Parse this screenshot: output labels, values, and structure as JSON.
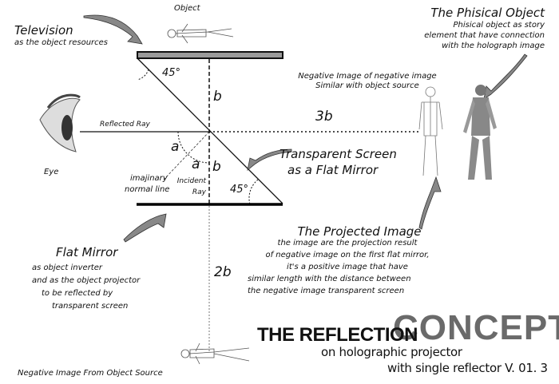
{
  "labels": {
    "object": "Object",
    "television_title": "Television",
    "television_desc": "as the object resources",
    "physical_title": "The Phisical Object",
    "physical_desc": [
      "Phisical object as story",
      "element that have connection",
      "with the holograph image"
    ],
    "negative_image_desc": [
      "Negative Image of negative image",
      "Similar with object source"
    ],
    "reflected_ray": "Reflected Ray",
    "eye": "Eye",
    "angle_top": "45°",
    "angle_bottom": "45°",
    "b_upper": "b",
    "b_lower": "b",
    "three_b": "3b",
    "two_b": "2b",
    "a_left": "a",
    "a_right": "a",
    "normal_line": [
      "imajinary",
      "normal line"
    ],
    "incident_ray": [
      "Incident",
      "Ray"
    ],
    "screen_title": "Transparent Screen",
    "screen_desc": "as a Flat Mirror",
    "mirror_title": "Flat Mirror",
    "mirror_desc": [
      "as object inverter",
      "and as the object projector",
      "to be reflected by",
      "transparent screen"
    ],
    "projected_title": "The Projected Image",
    "projected_desc": [
      "the image are the projection result",
      "of negative image on the first flat mirror,",
      "it's a positive image that have",
      "similar length with the distance between",
      "the negative image transparent screen"
    ],
    "negative_source": "Negative Image From Object Source"
  },
  "title": {
    "part1": "THE REFLECTION",
    "part2": "CONCEPT",
    "line2": "on holographic projector",
    "line3": "with single reflector V. 01. 3"
  }
}
